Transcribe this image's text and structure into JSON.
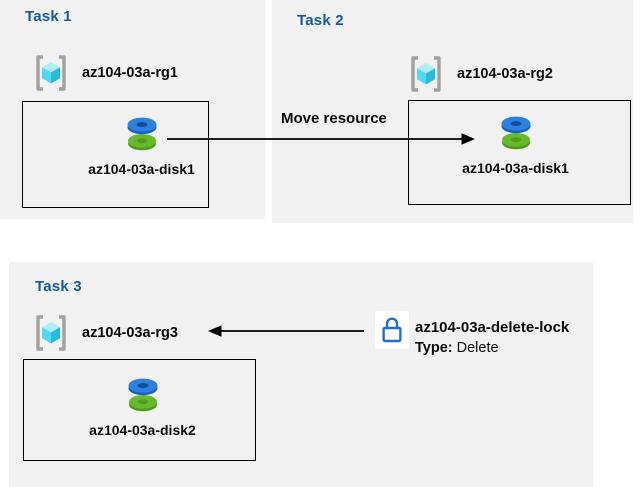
{
  "tasks": [
    {
      "title": "Task 1",
      "resource_group": "az104-03a-rg1",
      "resource": "az104-03a-disk1"
    },
    {
      "title": "Task 2",
      "resource_group": "az104-03a-rg2",
      "resource": "az104-03a-disk1"
    },
    {
      "title": "Task 3",
      "resource_group": "az104-03a-rg3",
      "resource": "az104-03a-disk2"
    }
  ],
  "annotations": {
    "move_arrow_label": "Move resource",
    "lock": {
      "name": "az104-03a-delete-lock",
      "type_label": "Type:",
      "type_value": "Delete"
    }
  },
  "icons": {
    "resource_group": "resource-group-icon",
    "disk": "managed-disk-icon",
    "lock": "lock-icon",
    "arrows": [
      "move-arrow-right",
      "lock-arrow-left"
    ]
  },
  "colors": {
    "panel_bg": "#F1F1F1",
    "task_title_blue": "#17599D",
    "text_black": "#0B0B0B",
    "box_border": "#000000",
    "lock_blue": "#1F6FD6",
    "disk_blue_top": "#2E80DF",
    "disk_blue_side": "#1661BE",
    "disk_green_top": "#68BA2D",
    "disk_green_side": "#4D9B15",
    "cube_top": "#AEEDFB",
    "cube_left": "#4FD9F6",
    "cube_right": "#29BBDE",
    "bracket_gray": "#A0A0A0"
  }
}
